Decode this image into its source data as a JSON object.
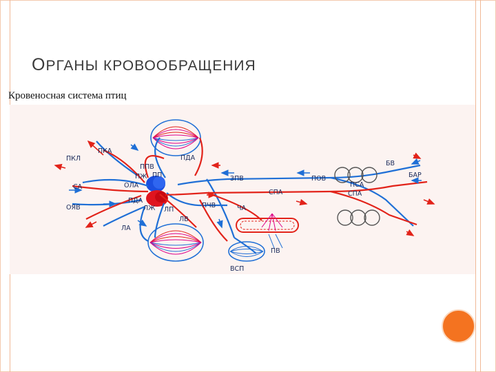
{
  "slide": {
    "title_first": "О",
    "title_rest": "РГАНЫ КРОВООБРАЩЕНИЯ",
    "subtitle": "Кровеносная система птиц"
  },
  "diagram": {
    "labels": {
      "pkl": "ПКЛ",
      "pka": "ПКА",
      "ppv": "ППВ",
      "pda_top": "ПДА",
      "zpv": "ЗПВ",
      "pov": "ПОВ",
      "bv": "БВ",
      "bar": "БАР",
      "ca": "СА",
      "oyav": "ОЯВ",
      "la": "ЛА",
      "pzh_top": "ПЖ",
      "pp_top": "ПП",
      "ola": "ОЛА",
      "pda_mid": "ПДА",
      "lzh": "ЛЖ",
      "lp": "ЛП",
      "lv": "ЛВ",
      "pchv": "ПЧВ",
      "cha": "ЧА",
      "spa_mid": "СПА",
      "psa": "ПСА",
      "spa_right": "СПА",
      "pv": "ПВ",
      "vsp": "ВСП"
    },
    "colors": {
      "venous": "#1f6fd6",
      "arterial": "#e2231a",
      "ventricle_right": "#1b4fe0",
      "ventricle_left": "#e0141e",
      "accent": "#f47320"
    }
  }
}
